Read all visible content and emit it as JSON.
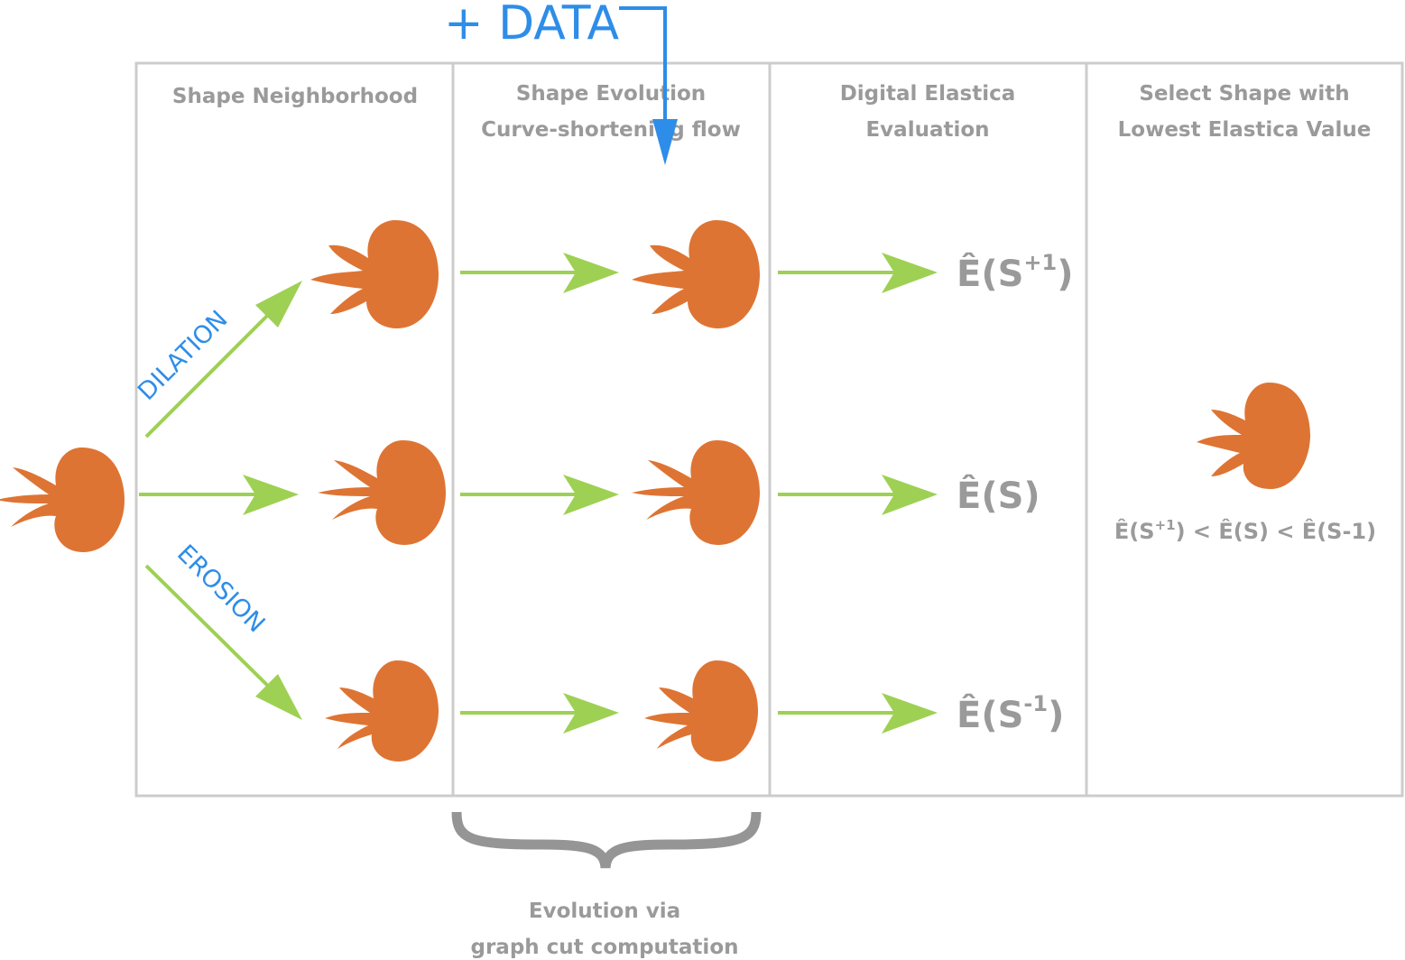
{
  "colors": {
    "shape": "#DE7433",
    "arrow": "#9ED054",
    "frame": "#CCCCCC",
    "text": "#9A9A9A",
    "accent": "#2E8DE8",
    "brace": "#959595"
  },
  "data_input": {
    "label": "+ DATA"
  },
  "columns": [
    {
      "title_lines": [
        "Shape Neighborhood"
      ]
    },
    {
      "title_lines": [
        "Shape Evolution",
        "Curve-shortening flow"
      ]
    },
    {
      "title_lines": [
        "Digital Elastica",
        "Evaluation"
      ]
    },
    {
      "title_lines": [
        "Select Shape with",
        "Lowest Elastica Value"
      ]
    }
  ],
  "operations": {
    "dilation": "DILATION",
    "erosion": "EROSION"
  },
  "energies": {
    "plus": {
      "base": "Ê(S",
      "sup": "+1",
      "close": ")"
    },
    "zero": {
      "text": "Ê(S)"
    },
    "minus": {
      "base": "Ê(S",
      "sup": "-1",
      "close": ")"
    }
  },
  "comparison": {
    "part1": "Ê(S",
    "sup": "+1",
    "part2": ") < Ê(S) < Ê(S-1)"
  },
  "brace_caption": [
    "Evolution via",
    "graph cut computation"
  ]
}
